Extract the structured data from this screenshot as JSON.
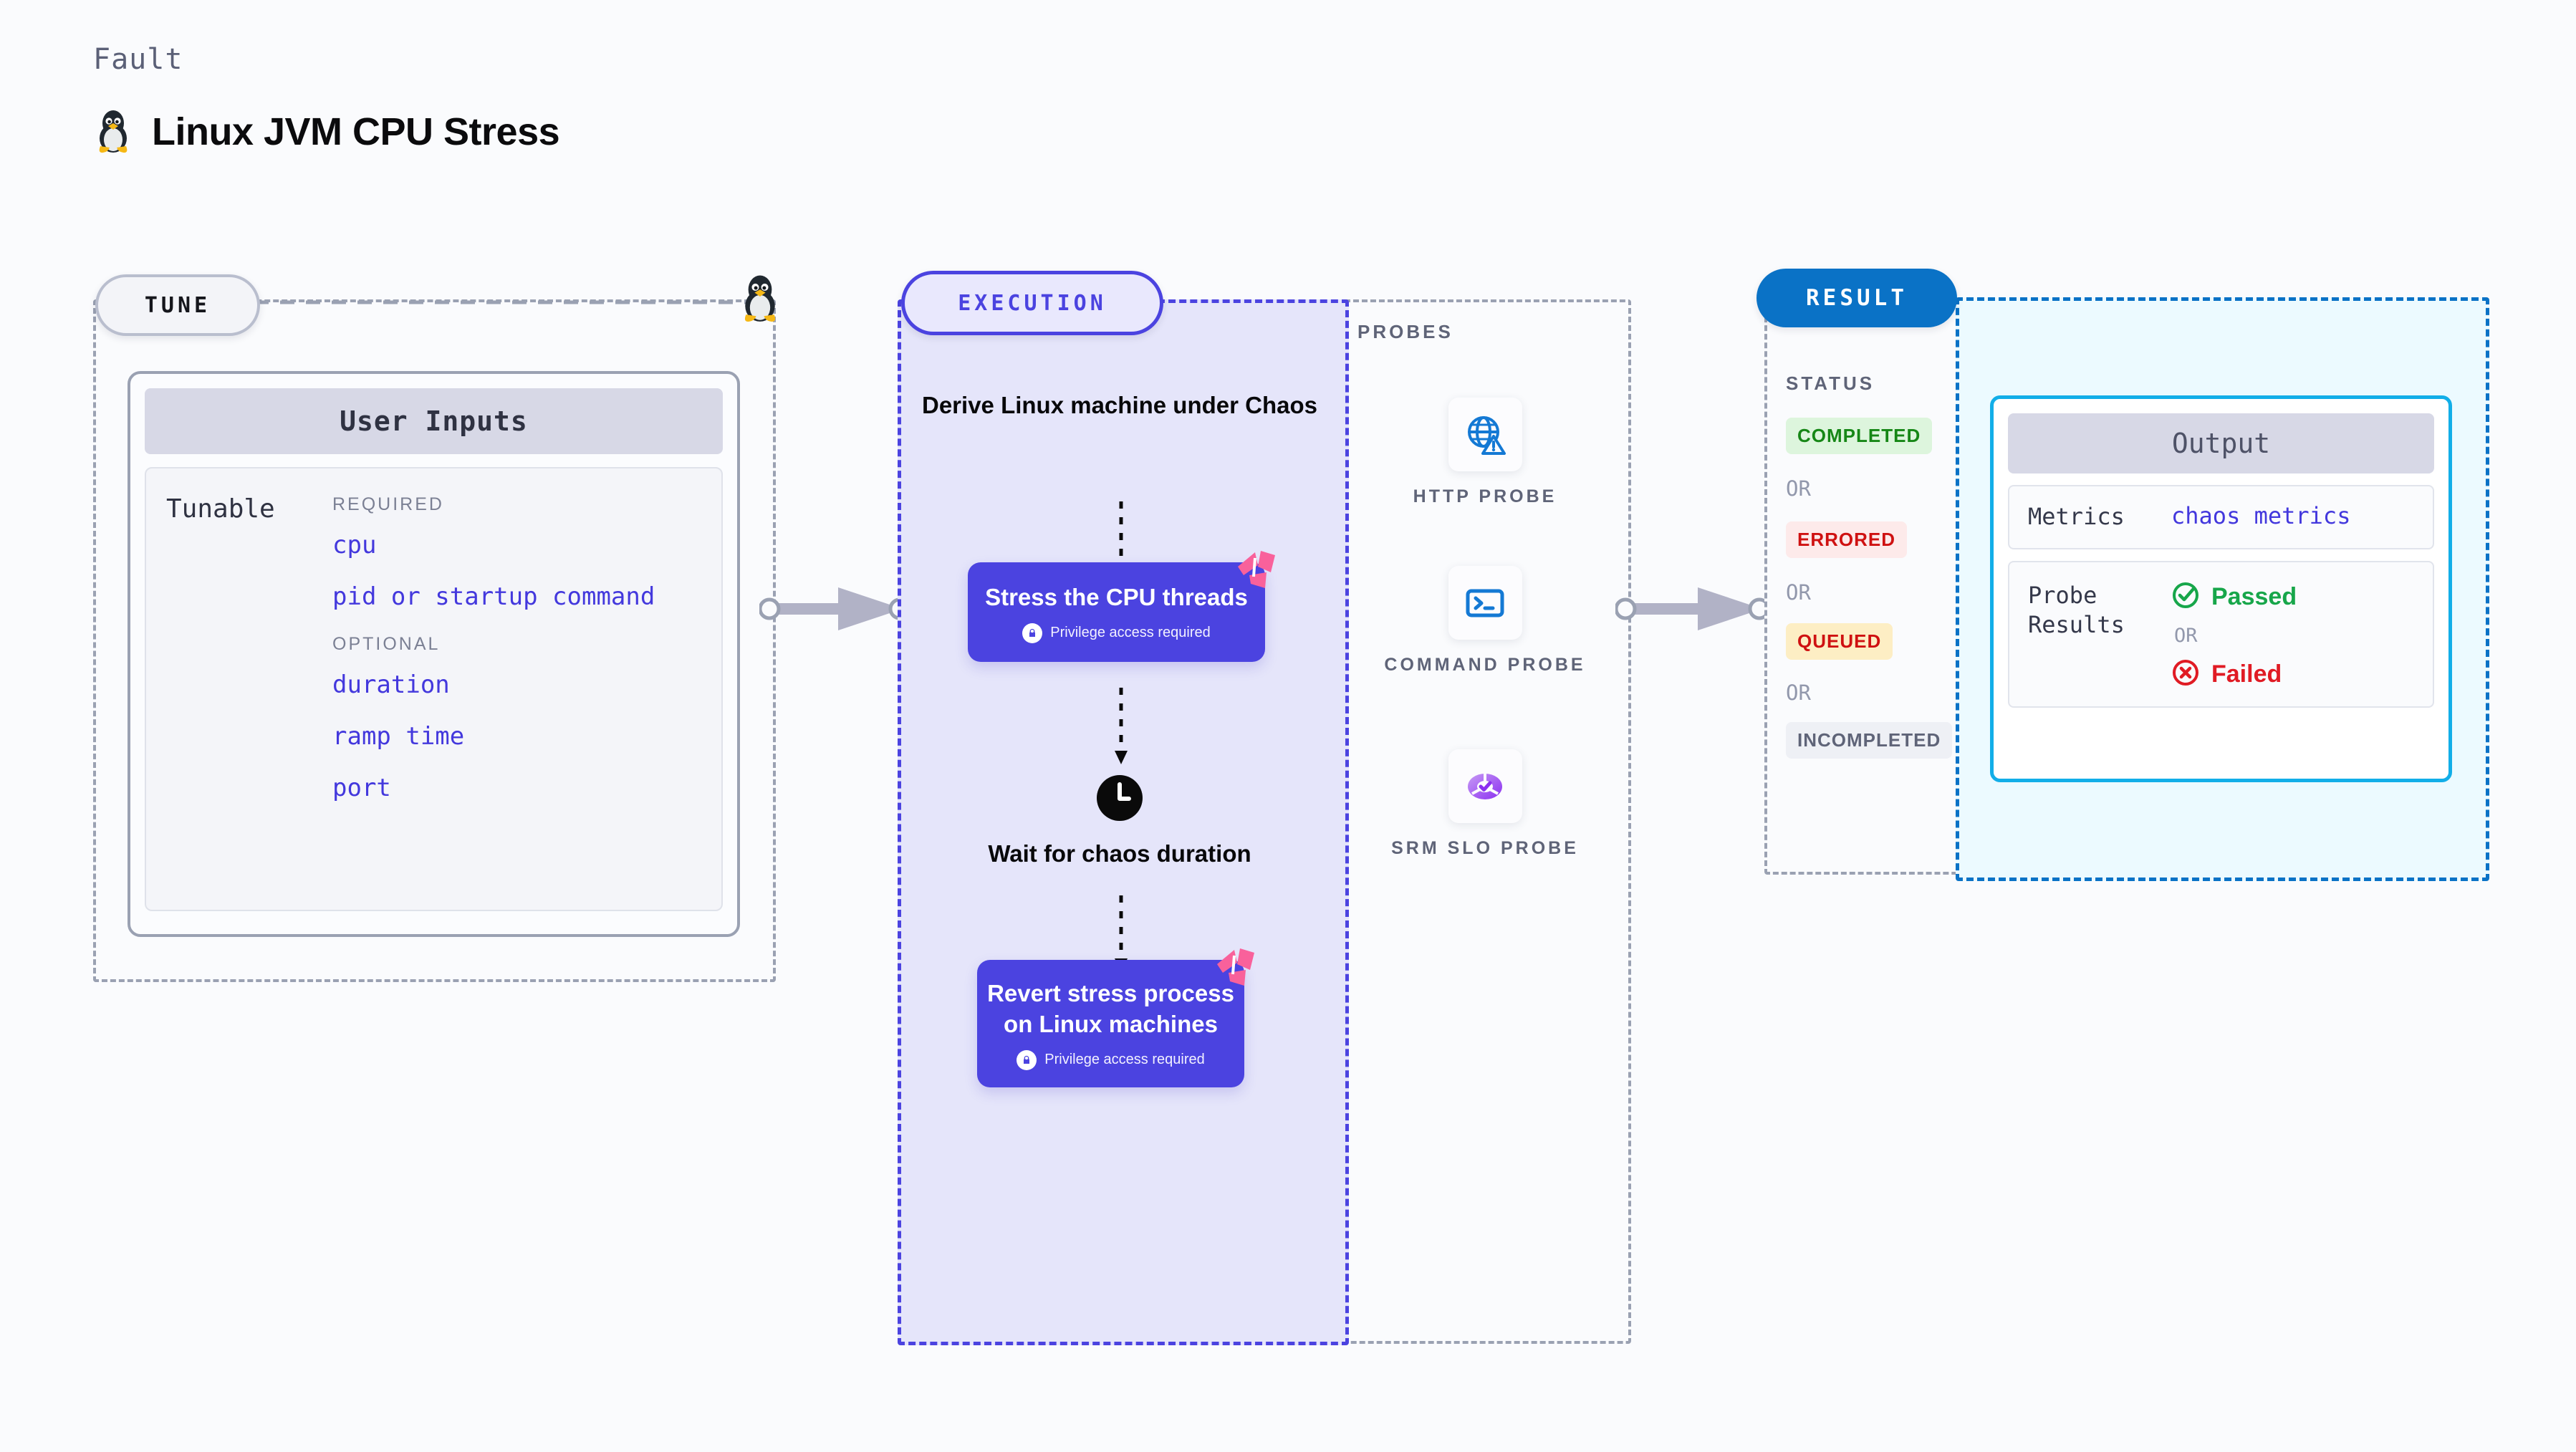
{
  "header": {
    "kicker": "Fault",
    "title": "Linux JVM CPU Stress",
    "icon": "tux-penguin-icon"
  },
  "tune": {
    "pill_label": "TUNE",
    "card_title": "User Inputs",
    "tunable_label": "Tunable",
    "groups": [
      {
        "title": "REQUIRED",
        "items": [
          "cpu",
          "pid or startup command"
        ]
      },
      {
        "title": "OPTIONAL",
        "items": [
          "duration",
          "ramp time",
          "port"
        ]
      }
    ]
  },
  "execution": {
    "pill_label": "EXECUTION",
    "step1_text": "Derive Linux machine under Chaos",
    "step2": {
      "title": "Stress the CPU threads",
      "privilege_note": "Privilege access required",
      "badge": "chaos-badge-icon"
    },
    "step3": {
      "icon": "clock-icon",
      "text": "Wait for chaos duration"
    },
    "step4": {
      "title": "Revert stress process on Linux machines",
      "privilege_note": "Privilege access required",
      "badge": "chaos-badge-icon"
    }
  },
  "probes": {
    "label": "PROBES",
    "items": [
      {
        "name": "HTTP PROBE",
        "icon": "globe-warning-icon"
      },
      {
        "name": "COMMAND PROBE",
        "icon": "terminal-icon"
      },
      {
        "name": "SRM SLO PROBE",
        "icon": "slo-donut-check-icon"
      }
    ]
  },
  "result": {
    "pill_label": "RESULT",
    "status_label": "STATUS",
    "or_label": "OR",
    "statuses": [
      {
        "label": "COMPLETED",
        "bg": "#ddf5dd",
        "fg": "#168716"
      },
      {
        "label": "ERRORED",
        "bg": "#fdeaea",
        "fg": "#cf1111"
      },
      {
        "label": "QUEUED",
        "bg": "#fdeec4",
        "fg": "#cf1111"
      },
      {
        "label": "INCOMPLETED",
        "bg": "#eef0f5",
        "fg": "#5f6478"
      }
    ],
    "output": {
      "title": "Output",
      "metrics_key": "Metrics",
      "metrics_value": "chaos metrics",
      "probe_results_key": "Probe Results",
      "passed_label": "Passed",
      "failed_label": "Failed",
      "or_label": "OR"
    }
  },
  "colors": {
    "indigo": "#4b43e0",
    "blue": "#0a72c6",
    "cyan": "#12aee8",
    "pink": "#f9619b",
    "gray_dash": "#9aa1b2",
    "green": "#17a64a",
    "red": "#e01b24"
  }
}
